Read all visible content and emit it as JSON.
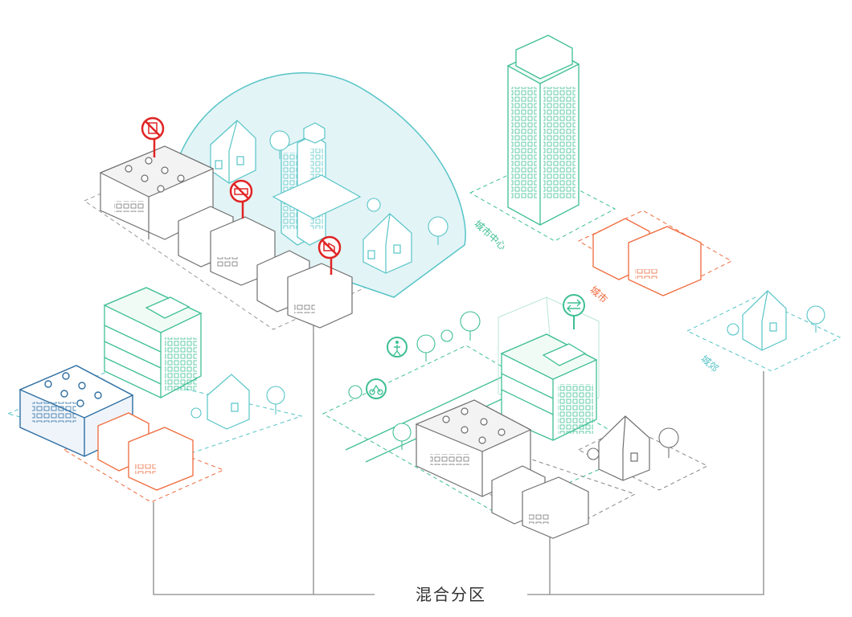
{
  "title": "混合分区",
  "zone_labels": {
    "city_center": "城市中心",
    "city": "城市",
    "suburb": "城郊"
  },
  "colors": {
    "green": "#3fbf94",
    "teal": "#57c4c7",
    "orange": "#ef6a3c",
    "blue": "#2f6fa3",
    "gray": "#6f6f6f",
    "red": "#e02424",
    "connector": "#8a8a8a"
  },
  "icons": [
    "no-building-icon",
    "no-car-icon",
    "no-factory-icon",
    "pedestrian-icon",
    "cyclist-icon",
    "transit-icon"
  ]
}
